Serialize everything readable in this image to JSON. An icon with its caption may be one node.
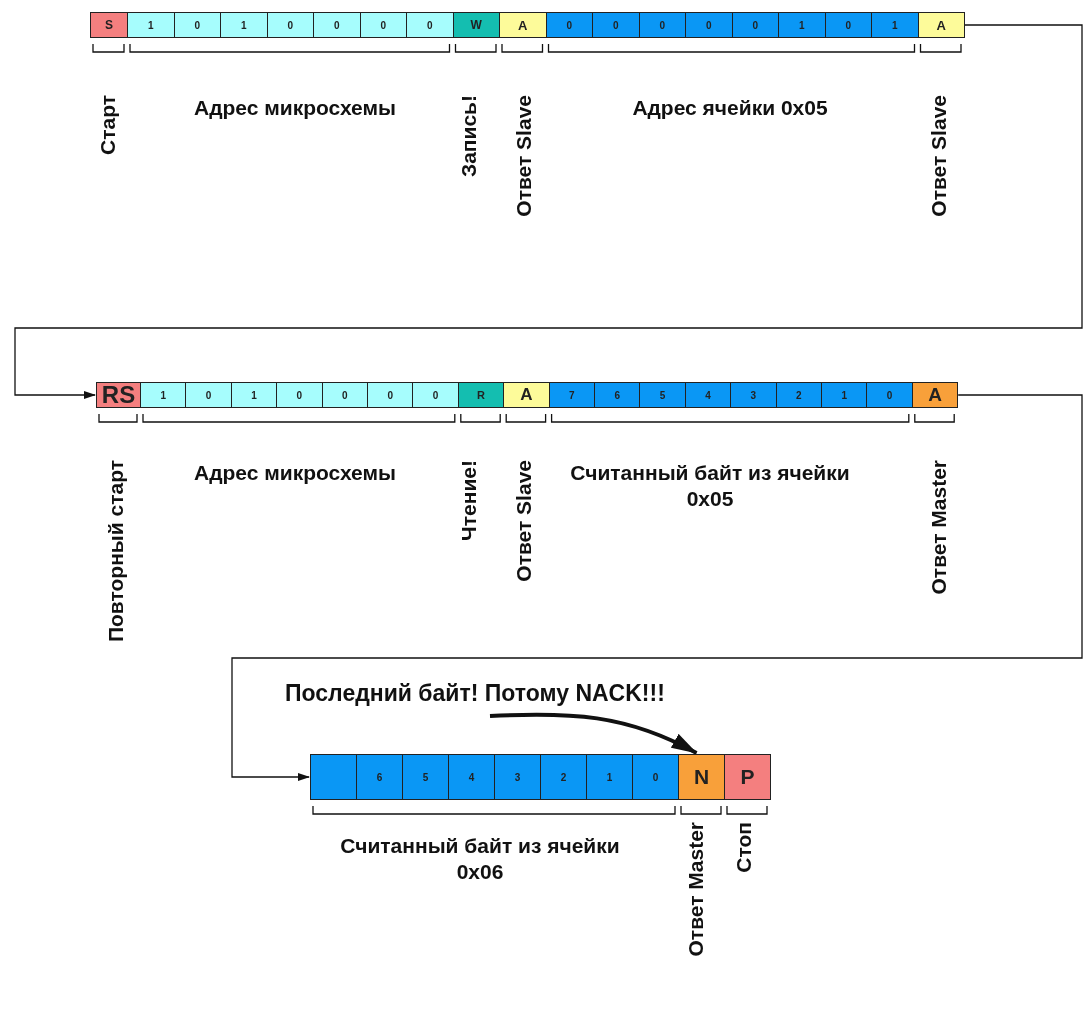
{
  "diagram": {
    "nodes": [
      {
        "text": [
          "S"
        ]
      },
      {
        "text": [
          "1"
        ]
      },
      {
        "text": [
          "0"
        ]
      },
      {
        "text": [
          "1"
        ]
      },
      {
        "text": [
          "0"
        ]
      },
      {
        "text": [
          "0"
        ]
      },
      {
        "text": [
          "0"
        ]
      },
      {
        "text": [
          "0"
        ]
      },
      {
        "text": [
          "W"
        ]
      },
      {
        "text": [
          "A"
        ]
      },
      {
        "text": [
          "0"
        ]
      },
      {
        "text": [
          "0"
        ]
      },
      {
        "text": [
          "0"
        ]
      },
      {
        "text": [
          "0"
        ]
      },
      {
        "text": [
          "0"
        ]
      },
      {
        "text": [
          "1"
        ]
      },
      {
        "text": [
          "0"
        ]
      },
      {
        "text": [
          "1"
        ]
      },
      {
        "text": [
          "A"
        ]
      },
      {
        "text": [
          "RS"
        ]
      },
      {
        "text": [
          "1"
        ]
      },
      {
        "text": [
          "0"
        ]
      },
      {
        "text": [
          "1"
        ]
      },
      {
        "text": [
          "0"
        ]
      },
      {
        "text": [
          "0"
        ]
      },
      {
        "text": [
          "0"
        ]
      },
      {
        "text": [
          "0"
        ]
      },
      {
        "text": [
          "R"
        ]
      },
      {
        "text": [
          "A"
        ]
      },
      {
        "text": [
          "7"
        ]
      },
      {
        "text": [
          "6"
        ]
      },
      {
        "text": [
          "5"
        ]
      },
      {
        "text": [
          "4"
        ]
      },
      {
        "text": [
          "3"
        ]
      },
      {
        "text": [
          "2"
        ]
      },
      {
        "text": [
          "1"
        ]
      },
      {
        "text": [
          "0"
        ]
      },
      {
        "text": [
          "A"
        ]
      },
      {
        "text": [],
        "shape": "box"
      },
      {
        "text": [
          "6"
        ]
      },
      {
        "text": [
          "5"
        ]
      },
      {
        "text": [
          "4"
        ]
      },
      {
        "text": [
          "3"
        ]
      },
      {
        "text": [
          "2"
        ]
      },
      {
        "text": [
          "1"
        ]
      },
      {
        "text": [
          "0"
        ]
      },
      {
        "text": [
          "N"
        ]
      },
      {
        "text": [
          "P"
        ]
      },
      {
        "text": [
          "Последний байт! Потому NACK!!!"
        ]
      }
    ],
    "edges": [
      {
        "from": 18,
        "to": 19,
        "arrow": "to"
      },
      {
        "from": 37,
        "to": 38,
        "arrow": "to"
      },
      {
        "from": 48,
        "to": 46,
        "arrow": "to",
        "style": "thick"
      }
    ],
    "labels": [
      "Старт",
      "Адрес микросхемы",
      "Запись!",
      "Ответ Slave",
      "Адрес ячейки 0x05",
      "Ответ Slave",
      "Повторный старт",
      "Адрес микросхемы",
      "Чтение!",
      "Ответ Slave",
      "Считанный байт из ячейки 0x05",
      "Ответ Master",
      "Считанный байт из ячейки 0x06",
      "Ответ Master",
      "Стоп"
    ]
  }
}
